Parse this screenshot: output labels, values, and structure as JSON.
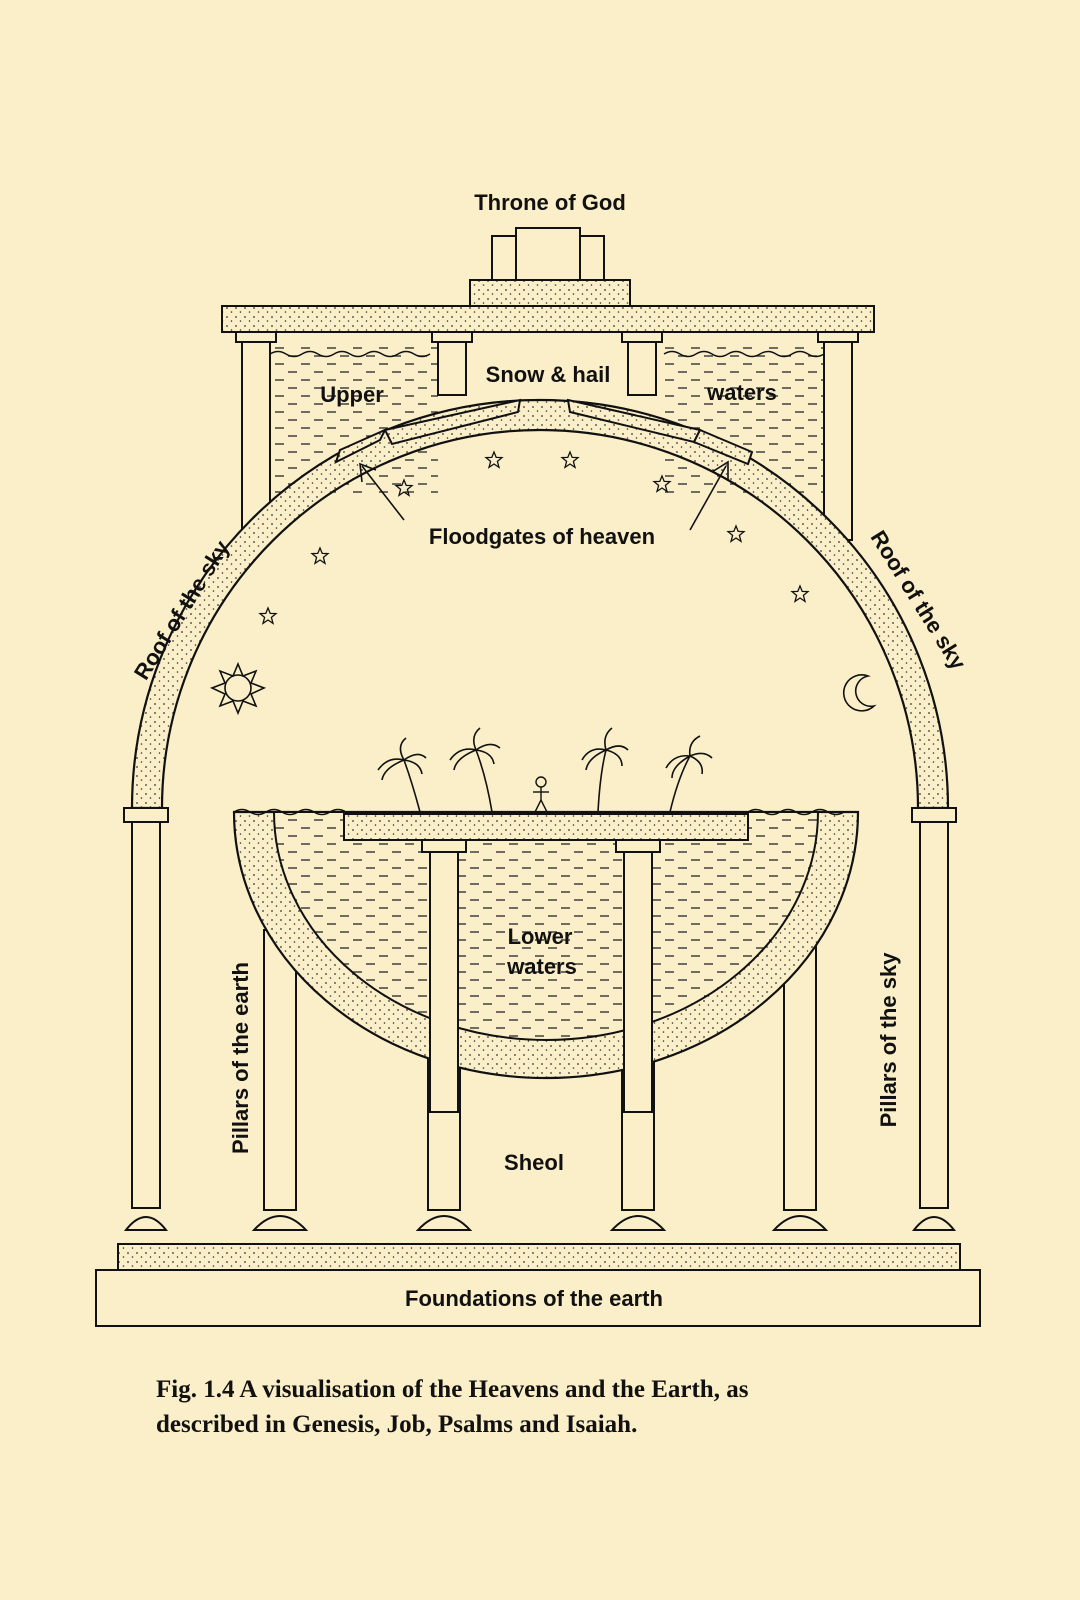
{
  "labels": {
    "throne": "Throne of God",
    "upper": "Upper",
    "snow_hail": "Snow & hail",
    "waters": "waters",
    "floodgates": "Floodgates of heaven",
    "roof_left": "Roof of the sky",
    "roof_right": "Roof of the sky",
    "lower_line1": "Lower",
    "lower_line2": "waters",
    "pillars_earth": "Pillars of the earth",
    "pillars_sky": "Pillars of the sky",
    "sheol": "Sheol",
    "foundations": "Foundations of the earth"
  },
  "caption": {
    "line1": "Fig. 1.4 A visualisation of the Heavens and the Earth, as",
    "line2": "described in Genesis, Job, Psalms and Isaiah."
  },
  "colors": {
    "paper": "#fbefc9",
    "ink": "#111111"
  }
}
